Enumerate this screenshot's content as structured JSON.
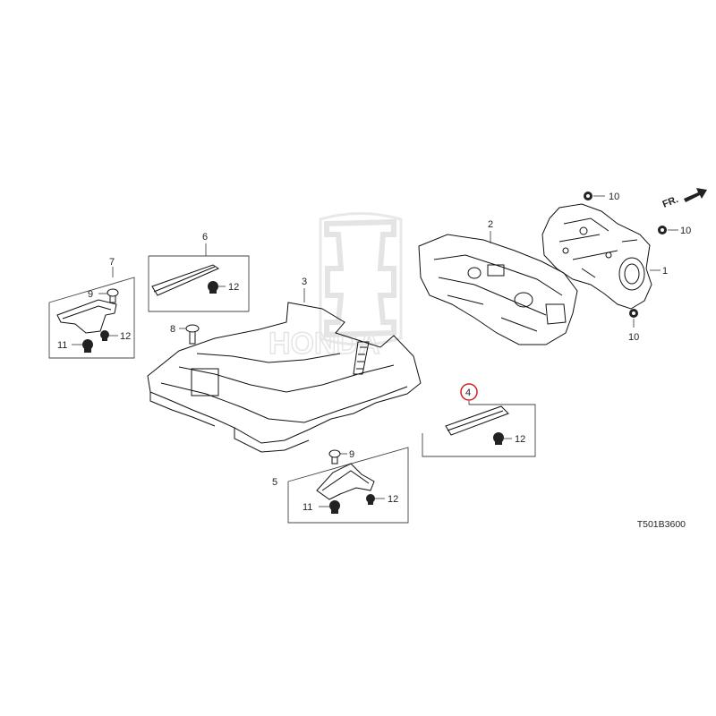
{
  "diagram": {
    "code": "T501B3600",
    "front_label": "FR.",
    "watermark_text": "HONDA",
    "highlight_color": "#cc2222",
    "highlighted_callout": "4",
    "callouts": {
      "c1": "1",
      "c2": "2",
      "c3": "3",
      "c4": "4",
      "c5": "5",
      "c6": "6",
      "c7": "7",
      "c8": "8",
      "c9a": "9",
      "c9b": "9",
      "c10a": "10",
      "c10b": "10",
      "c10c": "10",
      "c11a": "11",
      "c11b": "11",
      "c12a": "12",
      "c12b": "12",
      "c12c": "12",
      "c12d": "12"
    }
  }
}
